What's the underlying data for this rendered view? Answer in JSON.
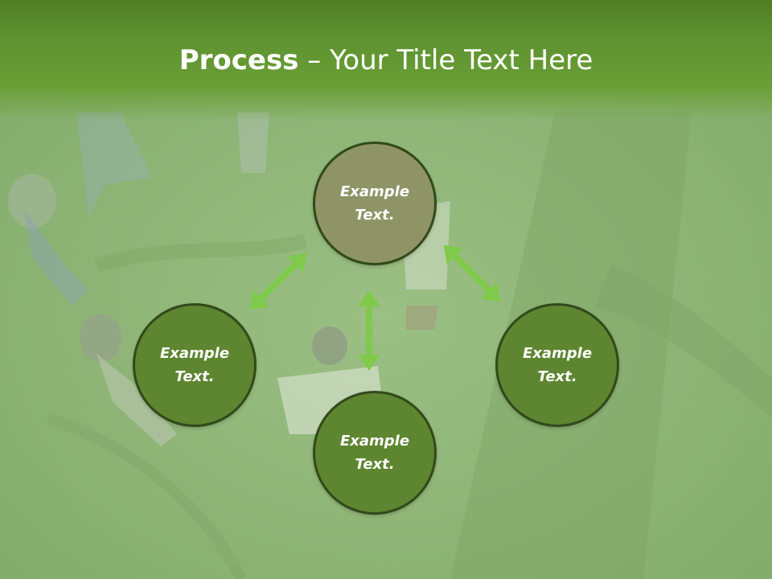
{
  "slide": {
    "title_bold": "Process",
    "title_rest": " – Your Title Text Here"
  },
  "nodes": {
    "top": {
      "text": "Example Text.",
      "fill": "#8f9466"
    },
    "left": {
      "text": "Example Text.",
      "fill": "#5e8530"
    },
    "right": {
      "text": "Example Text.",
      "fill": "#5e8530"
    },
    "bottom": {
      "text": "Example Text.",
      "fill": "#5e8530"
    }
  },
  "colors": {
    "arrow": "#7fca4a",
    "node_border": "#32491a",
    "title_bar": "#5e9130",
    "grass": "#8fb578"
  }
}
